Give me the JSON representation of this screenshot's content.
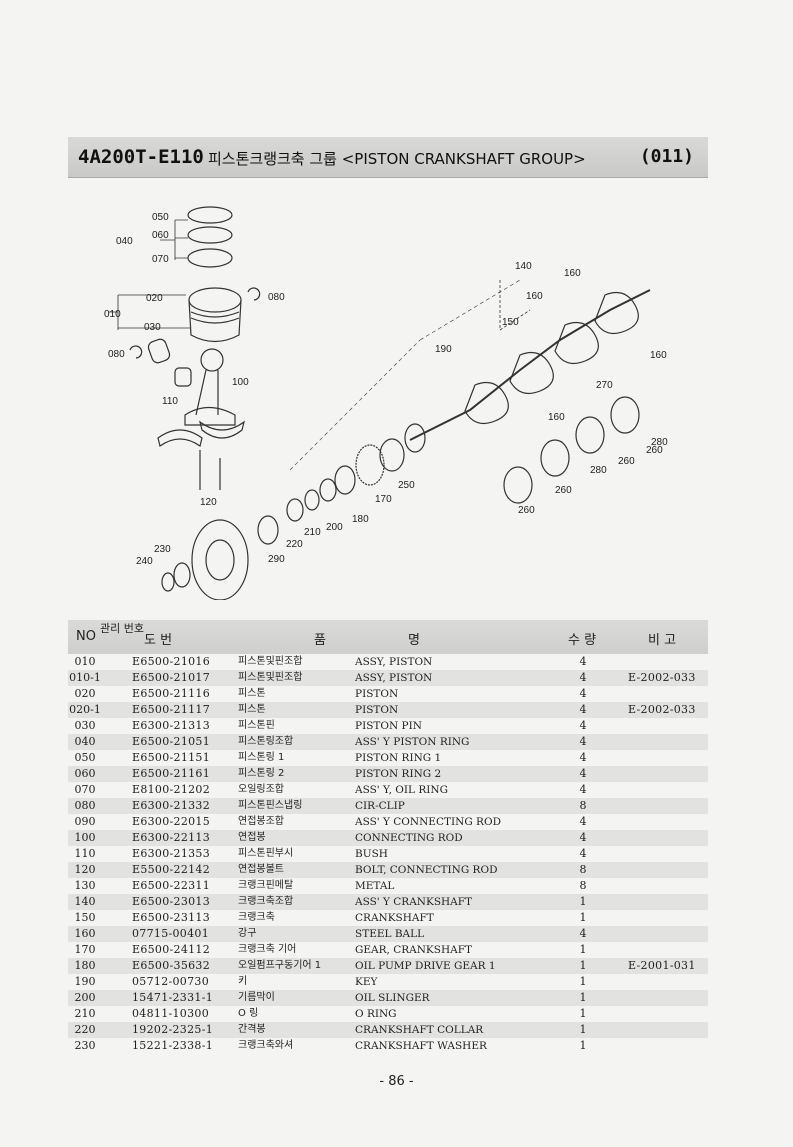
{
  "header": {
    "model": "4A200T-E110",
    "title": "피스톤크랭크축 그룹 <PISTON CRANKSHAFT GROUP>",
    "code": "(011)"
  },
  "diagram": {
    "callouts": [
      "050",
      "060",
      "070",
      "040",
      "020",
      "080",
      "010",
      "030",
      "080",
      "100",
      "110",
      "120",
      "140",
      "160",
      "160",
      "150",
      "190",
      "160",
      "270",
      "160",
      "260",
      "280",
      "260",
      "280",
      "260",
      "260",
      "250",
      "170",
      "180",
      "200",
      "210",
      "220",
      "290",
      "230",
      "240"
    ]
  },
  "table": {
    "headers": {
      "no": "NO",
      "mgmt": "관리 번호",
      "part": "도 번",
      "name_kor": "품",
      "name_eng": "명",
      "qty": "수 량",
      "remarks": "비 고"
    },
    "rows": [
      {
        "no": "010",
        "part": "E6500-21016",
        "kor": "피스톤및핀조합",
        "eng": "ASSY, PISTON",
        "qty": "4",
        "rem": ""
      },
      {
        "no": "010-1",
        "part": "E6500-21017",
        "kor": "피스톤및핀조합",
        "eng": "ASSY, PISTON",
        "qty": "4",
        "rem": "E-2002-033"
      },
      {
        "no": "020",
        "part": "E6500-21116",
        "kor": "피스톤",
        "eng": "PISTON",
        "qty": "4",
        "rem": ""
      },
      {
        "no": "020-1",
        "part": "E6500-21117",
        "kor": "피스톤",
        "eng": "PISTON",
        "qty": "4",
        "rem": "E-2002-033"
      },
      {
        "no": "030",
        "part": "E6300-21313",
        "kor": "피스톤핀",
        "eng": "PISTON PIN",
        "qty": "4",
        "rem": ""
      },
      {
        "no": "040",
        "part": "E6500-21051",
        "kor": "피스톤링조합",
        "eng": "ASS' Y PISTON RING",
        "qty": "4",
        "rem": ""
      },
      {
        "no": "050",
        "part": "E6500-21151",
        "kor": "피스톤링 1",
        "eng": "PISTON RING 1",
        "qty": "4",
        "rem": ""
      },
      {
        "no": "060",
        "part": "E6500-21161",
        "kor": "피스톤링 2",
        "eng": "PISTON RING 2",
        "qty": "4",
        "rem": ""
      },
      {
        "no": "070",
        "part": "E8100-21202",
        "kor": "오일링조합",
        "eng": "ASS' Y, OIL RING",
        "qty": "4",
        "rem": ""
      },
      {
        "no": "080",
        "part": "E6300-21332",
        "kor": "피스톤핀스냅링",
        "eng": "CIR-CLIP",
        "qty": "8",
        "rem": ""
      },
      {
        "no": "090",
        "part": "E6300-22015",
        "kor": "연접봉조합",
        "eng": "ASS' Y CONNECTING ROD",
        "qty": "4",
        "rem": ""
      },
      {
        "no": "100",
        "part": "E6300-22113",
        "kor": "연접봉",
        "eng": "CONNECTING ROD",
        "qty": "4",
        "rem": ""
      },
      {
        "no": "110",
        "part": "E6300-21353",
        "kor": "피스톤핀부시",
        "eng": "BUSH",
        "qty": "4",
        "rem": ""
      },
      {
        "no": "120",
        "part": "E5500-22142",
        "kor": "연접봉볼트",
        "eng": "BOLT, CONNECTING ROD",
        "qty": "8",
        "rem": ""
      },
      {
        "no": "130",
        "part": "E6500-22311",
        "kor": "크랭크핀메탈",
        "eng": "METAL",
        "qty": "8",
        "rem": ""
      },
      {
        "no": "140",
        "part": "E6500-23013",
        "kor": "크랭크축조합",
        "eng": "ASS' Y CRANKSHAFT",
        "qty": "1",
        "rem": ""
      },
      {
        "no": "150",
        "part": "E6500-23113",
        "kor": "크랭크축",
        "eng": "CRANKSHAFT",
        "qty": "1",
        "rem": ""
      },
      {
        "no": "160",
        "part": "07715-00401",
        "kor": "강구",
        "eng": "STEEL BALL",
        "qty": "4",
        "rem": ""
      },
      {
        "no": "170",
        "part": "E6500-24112",
        "kor": "크랭크축 기어",
        "eng": "GEAR, CRANKSHAFT",
        "qty": "1",
        "rem": ""
      },
      {
        "no": "180",
        "part": "E6500-35632",
        "kor": "오일펌프구동기어 1",
        "eng": "OIL PUMP DRIVE GEAR 1",
        "qty": "1",
        "rem": "E-2001-031"
      },
      {
        "no": "190",
        "part": "05712-00730",
        "kor": "키",
        "eng": "KEY",
        "qty": "1",
        "rem": ""
      },
      {
        "no": "200",
        "part": "15471-2331-1",
        "kor": "기름막이",
        "eng": "OIL SLINGER",
        "qty": "1",
        "rem": ""
      },
      {
        "no": "210",
        "part": "04811-10300",
        "kor": "O 링",
        "eng": "O RING",
        "qty": "1",
        "rem": ""
      },
      {
        "no": "220",
        "part": "19202-2325-1",
        "kor": "간격봉",
        "eng": "CRANKSHAFT COLLAR",
        "qty": "1",
        "rem": ""
      },
      {
        "no": "230",
        "part": "15221-2338-1",
        "kor": "크랭크축와셔",
        "eng": "CRANKSHAFT WASHER",
        "qty": "1",
        "rem": ""
      }
    ]
  },
  "footer": {
    "page": "- 86 -"
  }
}
